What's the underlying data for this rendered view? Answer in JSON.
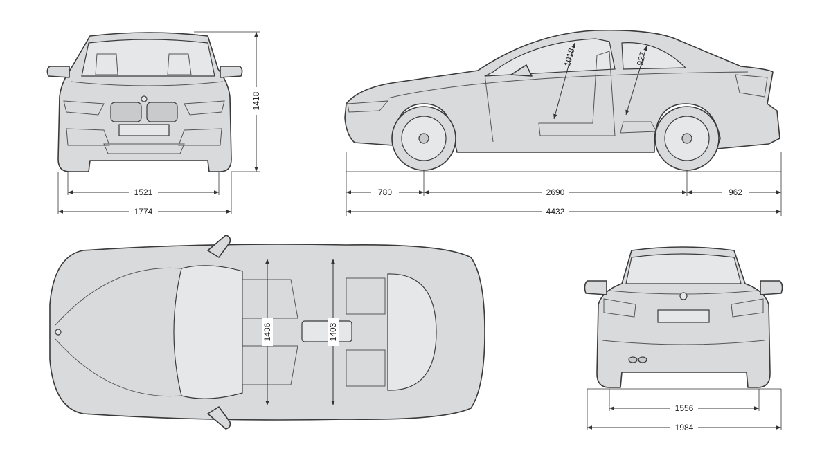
{
  "dimensions": {
    "front_track": "1521",
    "front_width": "1774",
    "height": "1418",
    "front_overhang": "780",
    "wheelbase": "2690",
    "rear_overhang": "962",
    "length": "4432",
    "rear_headroom": "1018",
    "front_headroom": "927",
    "front_shoulder_width": "1436",
    "rear_shoulder_width": "1403",
    "rear_track": "1556",
    "width_with_mirrors": "1984"
  },
  "colors": {
    "body_fill": "#d9dadc",
    "outline": "#3a3a3a",
    "dimension_line": "#333333",
    "background": "#ffffff"
  }
}
